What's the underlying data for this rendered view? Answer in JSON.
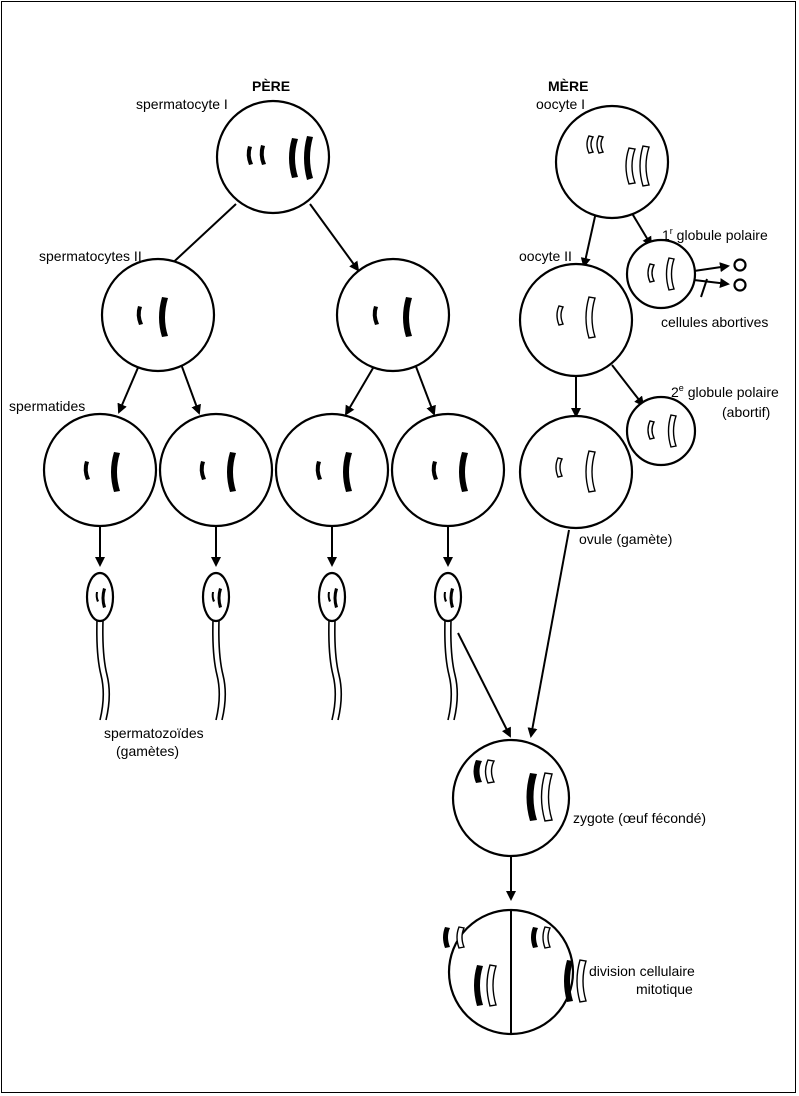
{
  "labels": {
    "pere": "PÈRE",
    "mere": "MÈRE",
    "spermatocyte1": "spermatocyte I",
    "spermatocytes2": "spermatocytes II",
    "spermatides": "spermatides",
    "spermatozoides": "spermatozoïdes",
    "gametes": "(gamètes)",
    "oocyte1": "oocyte I",
    "oocyte2": "oocyte II",
    "globule1_num": "1",
    "globule1_sup": "r",
    "globule1_text": " globule polaire",
    "cellules_abortives": "cellules abortives",
    "globule2_num": "2",
    "globule2_sup": "e",
    "globule2_text": " globule polaire",
    "abortif": "(abortif)",
    "ovule": "ovule (gamète)",
    "zygote": "zygote (œuf fécondé)",
    "division1": "division cellulaire",
    "division2": "mitotique"
  },
  "colors": {
    "ink": "#000000",
    "paper": "#ffffff"
  }
}
